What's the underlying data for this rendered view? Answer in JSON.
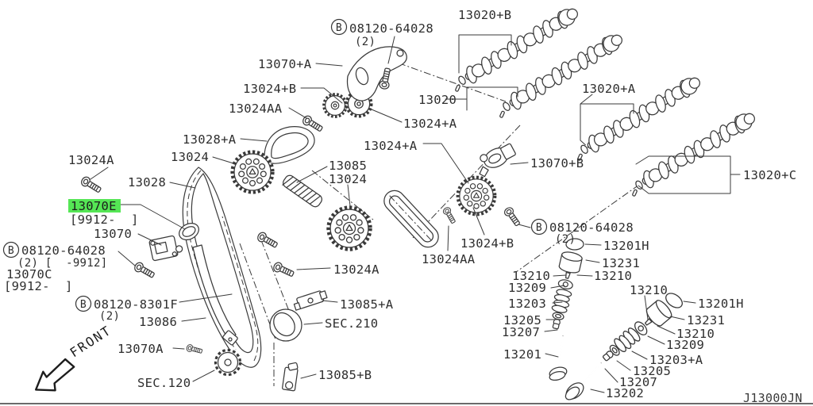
{
  "diagram": {
    "code": "J13000JN",
    "front_label": "FRONT",
    "line_color": "#3a3a3a",
    "highlight_color": "#55e655",
    "background": "#ffffff"
  },
  "labels": {
    "bolt_b": "B",
    "b_top": "08120-64028",
    "b_top_qty": "(2)",
    "p13070a_u": "13070+A",
    "p13024b_1": "13024+B",
    "p13024aa_1": "13024AA",
    "cam_b": "13020+B",
    "cam_plain": "13020",
    "cam_a": "13020+A",
    "cam_c": "13020+C",
    "p13024pa_1": "13024+A",
    "p13024pa_2": "13024+A",
    "p13070b": "13070+B",
    "p13028a_1": "13028+A",
    "p13024_l": "13024",
    "p13024a_top": "13024A",
    "p13028": "13028",
    "p13085": "13085",
    "p13024_c": "13024",
    "p13070e": "13070E",
    "range1": "[9912-  ]",
    "p13070": "13070",
    "b_left": "08120-64028",
    "b_left_qty": "(2) [  -9912]",
    "p13070c": "13070C",
    "range2": "[9912-  ]",
    "b_8301f": "08120-8301F",
    "b_8301f_qty": "(2)",
    "p13086": "13086",
    "p13070a_bolt": "13070A",
    "sec120": "SEC.120",
    "p13085a": "13085+A",
    "sec210": "SEC.210",
    "p13085b": "13085+B",
    "p13024a_c": "13024A",
    "p13024aa_2": "13024AA",
    "p13024b_2": "13024+B",
    "b_right": "08120-64028",
    "b_right_qty": "(2)"
  },
  "valve_left": {
    "s13201h": "13201H",
    "s13231": "13231",
    "s13210_l": "13210",
    "s13210_r": "13210",
    "s13209": "13209",
    "s13203": "13203",
    "s13205": "13205",
    "s13207": "13207",
    "s13201": "13201"
  },
  "valve_right": {
    "s13210_top": "13210",
    "s13201h": "13201H",
    "s13231": "13231",
    "s13210": "13210",
    "s13209": "13209",
    "s13203a": "13203+A",
    "s13205": "13205",
    "s13207": "13207",
    "s13202": "13202"
  }
}
